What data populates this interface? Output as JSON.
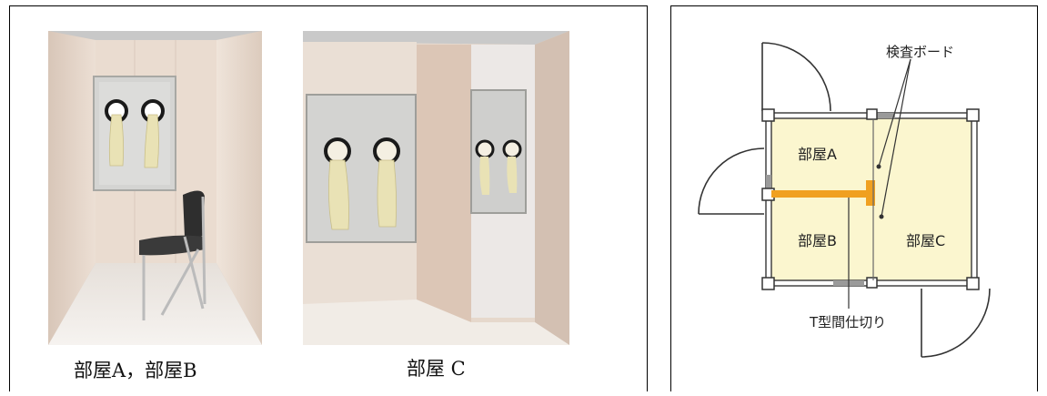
{
  "captions": {
    "room_ab": "部屋A，部屋B",
    "room_c": "部屋 C"
  },
  "floor_plan": {
    "room_a": "部屋A",
    "room_b": "部屋B",
    "room_c": "部屋C",
    "inspection_board": "検査ボード",
    "t_partition": "T型間仕切り"
  },
  "colors": {
    "room_fill": "#fbf6cf",
    "partition": "#f0a020",
    "wall_tone": "#e8d9cd"
  }
}
